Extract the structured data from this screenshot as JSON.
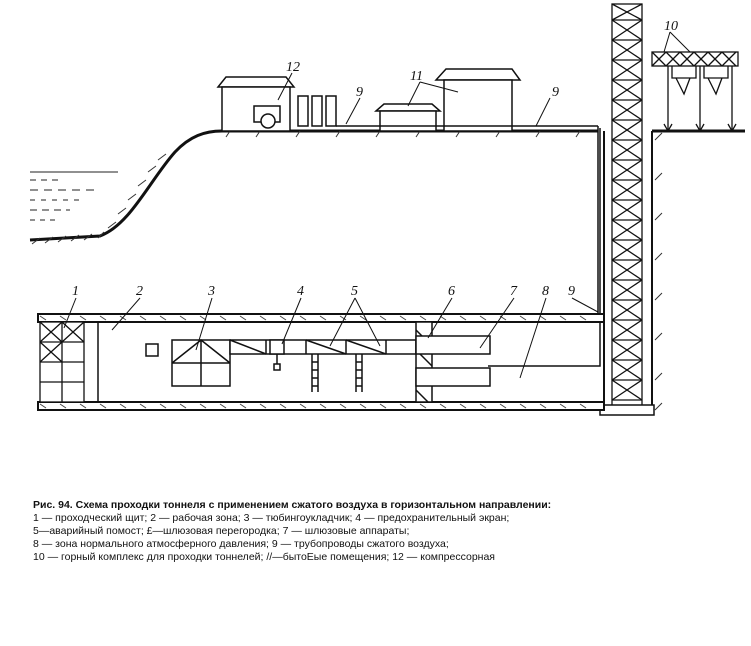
{
  "labels": {
    "n1": "1",
    "n2": "2",
    "n3": "3",
    "n4": "4",
    "n5": "5",
    "n6": "6",
    "n7": "7",
    "n8": "8",
    "n9a": "9",
    "n9b": "9",
    "n9c": "9",
    "n10": "10",
    "n11": "11",
    "n12": "12"
  },
  "caption": {
    "title": "Рис. 94. Схема проходки тоннеля с применением сжатого воздуха в горизонтальном направлении:",
    "lines": [
      "1 — проходческий щит; 2 — рабочая зона; 3 — тюбингоукладчик; 4 — предохранительный экран;",
      "5—аварийный помост; £—шлюзовая перегородка; 7 — шлюзовые аппараты;",
      "8 — зона нормального атмосферного давления; 9 — трубопроводы сжатого воздуха;",
      "10 — горный комплекс для проходки тоннелей; //—бытоЕые помещения; 12 — компрессорная"
    ]
  }
}
